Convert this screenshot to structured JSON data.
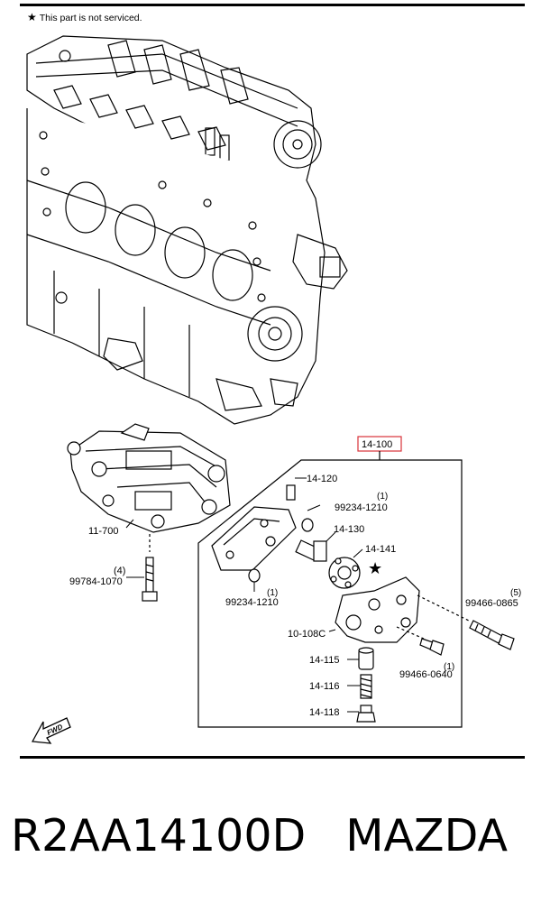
{
  "note": {
    "symbol": "★",
    "text": "This part is not serviced."
  },
  "callouts": {
    "assembly": "14-100",
    "balancer": "11-700",
    "bolt_balancer": "99784-1070",
    "bolt_balancer_qty": "(4)",
    "cover": "14-120",
    "plug_top": "99234-1210",
    "plug_top_qty": "(1)",
    "gear_shaft": "14-130",
    "rotor": "14-141",
    "plug_bottom": "99234-1210",
    "plug_bottom_qty": "(1)",
    "pump_body": "10-108C",
    "bolt_long": "99466-0865",
    "bolt_long_qty": "(5)",
    "bolt_short": "99466-0640",
    "bolt_short_qty": "(1)",
    "plunger": "14-115",
    "spring": "14-116",
    "plug_relief": "14-118",
    "not_serviced_mark": "★"
  },
  "fwd_label": "FWD",
  "caption": {
    "part_number": "R2AA14100D",
    "brand": "MAZDA"
  },
  "colors": {
    "highlight_box": "#d9323a",
    "ink": "#000000"
  }
}
